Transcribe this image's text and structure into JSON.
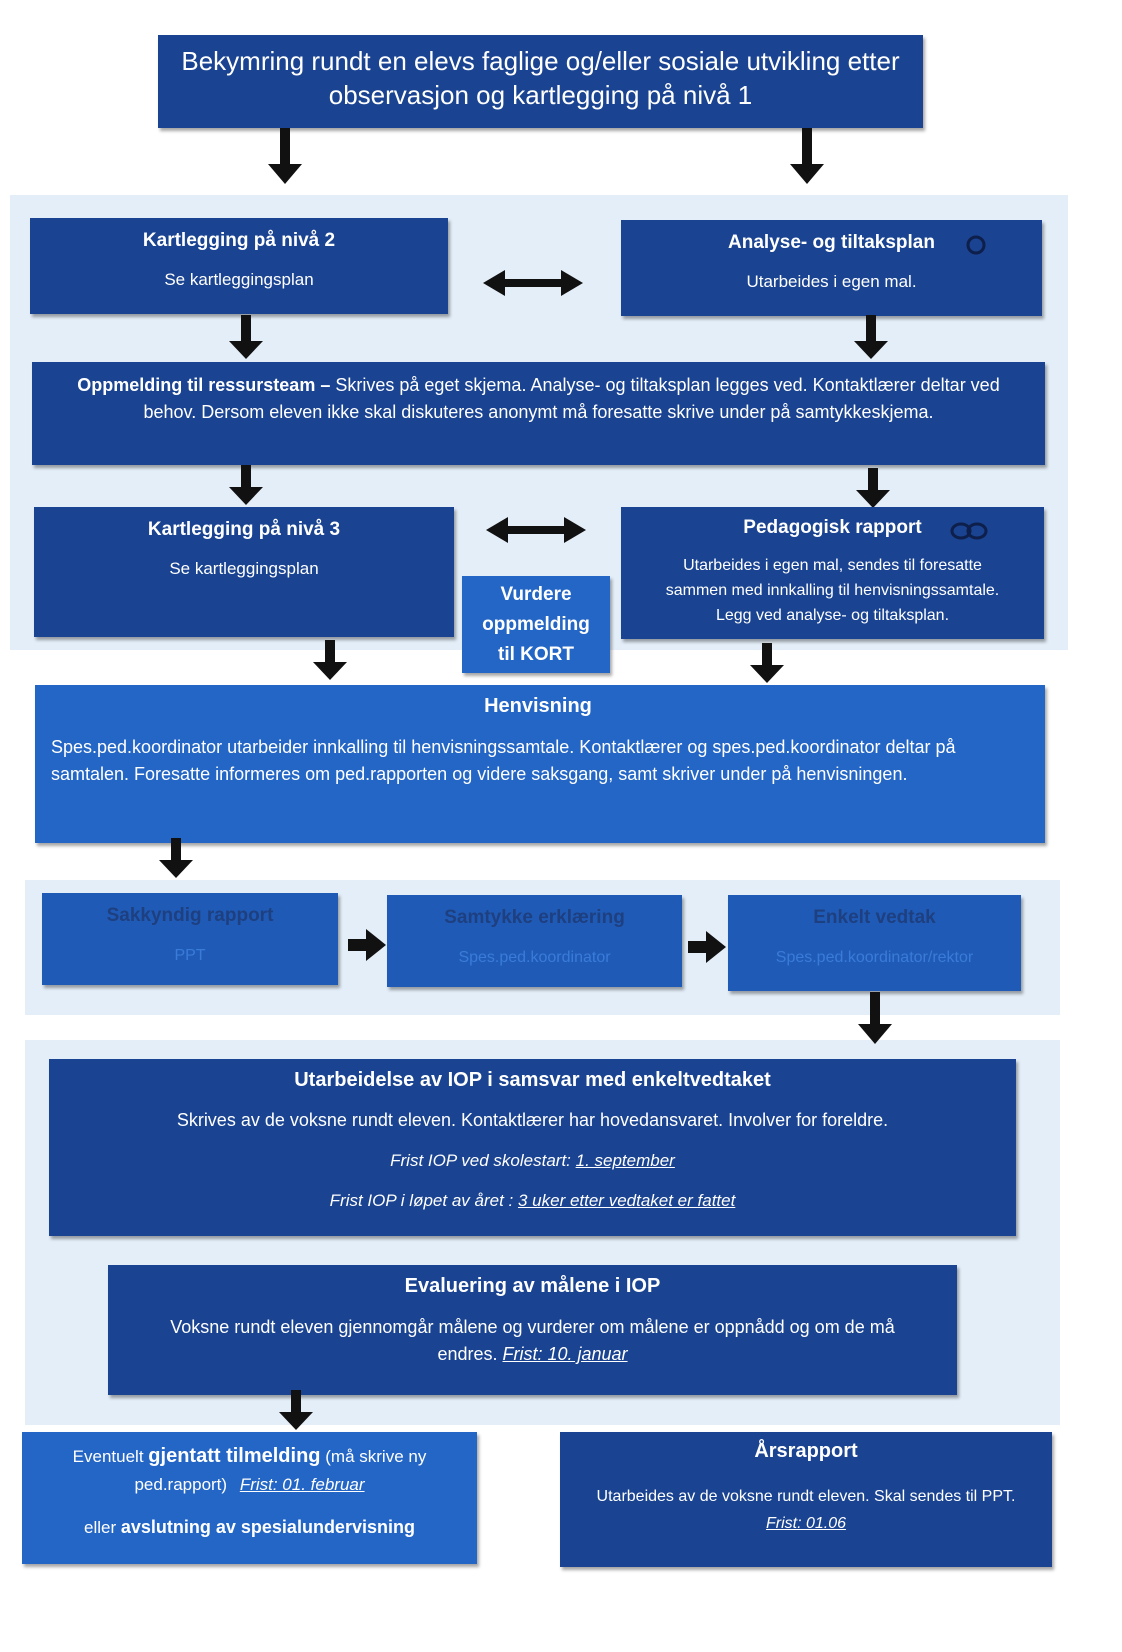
{
  "top": {
    "line1": "Bekymring rundt en elevs faglige og/eller sosiale utvikling etter",
    "line2": "observasjon og kartlegging på nivå 1"
  },
  "niva2": {
    "title": "Kartlegging på nivå 2",
    "text": "Se kartleggingsplan"
  },
  "analyse": {
    "title": "Analyse- og tiltaksplan",
    "text": "Utarbeides i egen mal."
  },
  "oppmelding": {
    "title": "Oppmelding til ressursteam –",
    "text": "Skrives på eget skjema. Analyse- og tiltaksplan legges ved. Kontaktlærer deltar ved behov. Dersom eleven ikke skal diskuteres anonymt må foresatte skrive under på samtykkeskjema."
  },
  "niva3": {
    "title": "Kartlegging på nivå 3",
    "text": "Se kartleggingsplan"
  },
  "kort": {
    "line1": "Vurdere",
    "line2": "oppmelding",
    "line3": "til KORT"
  },
  "pedrapport": {
    "title": "Pedagogisk rapport",
    "line1": "Utarbeides i egen mal, sendes til foresatte",
    "line2": "sammen med innkalling til henvisningssamtale.",
    "line3": "Legg ved analyse- og tiltaksplan."
  },
  "henvisning": {
    "title": "Henvisning",
    "text": "Spes.ped.koordinator utarbeider innkalling til henvisningssamtale. Kontaktlærer og spes.ped.koordinator deltar på samtalen. Foresatte informeres om ped.rapporten og videre saksgang, samt skriver under på henvisningen."
  },
  "sakkyndig": {
    "title": "Sakkyndig rapport",
    "text": "PPT"
  },
  "samtykke": {
    "title": "Samtykke erklæring",
    "text": "Spes.ped.koordinator"
  },
  "vedtak": {
    "title": "Enkelt vedtak",
    "text": "Spes.ped.koordinator/rektor"
  },
  "iop": {
    "title": "Utarbeidelse av IOP i samsvar med enkeltvedtaket",
    "text": "Skrives av de voksne rundt eleven. Kontaktlærer har hovedansvaret. Involver for foreldre.",
    "frist1_label": "Frist IOP ved skolestart:",
    "frist1_value": "1. september",
    "frist2_label": "Frist IOP i løpet av året :",
    "frist2_value": "3 uker etter vedtaket er fattet"
  },
  "evaluering": {
    "title": "Evaluering av målene i IOP",
    "text": "Voksne rundt eleven gjennomgår målene og vurderer om målene er oppnådd og om de må endres.",
    "frist": "Frist: 10. januar"
  },
  "gjentatt": {
    "pre": "Eventuelt",
    "bold": "gjentatt tilmelding",
    "post": "(må skrive ny ped.rapport)",
    "frist": "Frist: 01. februar",
    "eller": "eller",
    "bold2": "avslutning av spesialundervisning"
  },
  "arsrapport": {
    "title": "Årsrapport",
    "text": "Utarbeides av de voksne rundt eleven. Skal sendes til PPT.",
    "frist": "Frist: 01.06"
  }
}
